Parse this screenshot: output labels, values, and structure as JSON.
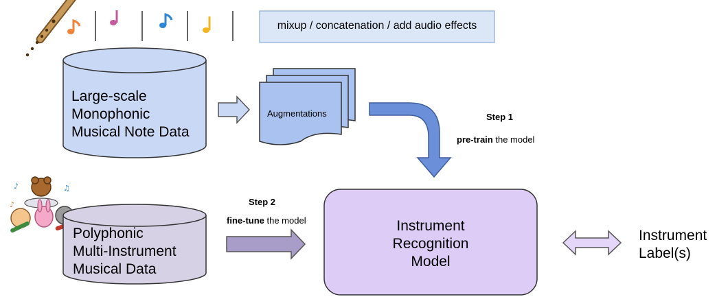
{
  "augment_box": {
    "text": "mixup / concatenation / add audio effects"
  },
  "mono_data": {
    "line1": "Large-scale",
    "line2": "Monophonic",
    "line3": "Musical Note Data"
  },
  "augmentations": {
    "label": "Augmentations"
  },
  "step1": {
    "title": "Step 1",
    "bold": "pre-train",
    "rest": " the model"
  },
  "poly_data": {
    "line1": "Polyphonic",
    "line2": "Multi-Instrument",
    "line3": "Musical Data"
  },
  "step2": {
    "title": "Step 2",
    "bold": "fine-tune",
    "rest": " the model"
  },
  "model": {
    "line1": "Instrument",
    "line2": "Recognition",
    "line3": "Model"
  },
  "output": {
    "line1": "Instrument",
    "line2": "Label(s)"
  },
  "colors": {
    "mono_fill": "#c9d8f5",
    "aug_fill": "#a9c2ef",
    "step1_arrow": "#6b8fd8",
    "poly_fill": "#d6d1e4",
    "step2_arrow": "#a89cc8",
    "model_fill": "#ddcdf6",
    "out_arrow": "#e4d6f8",
    "augbox_fill": "#dbe7f6",
    "augbox_border": "#9fb9de"
  }
}
